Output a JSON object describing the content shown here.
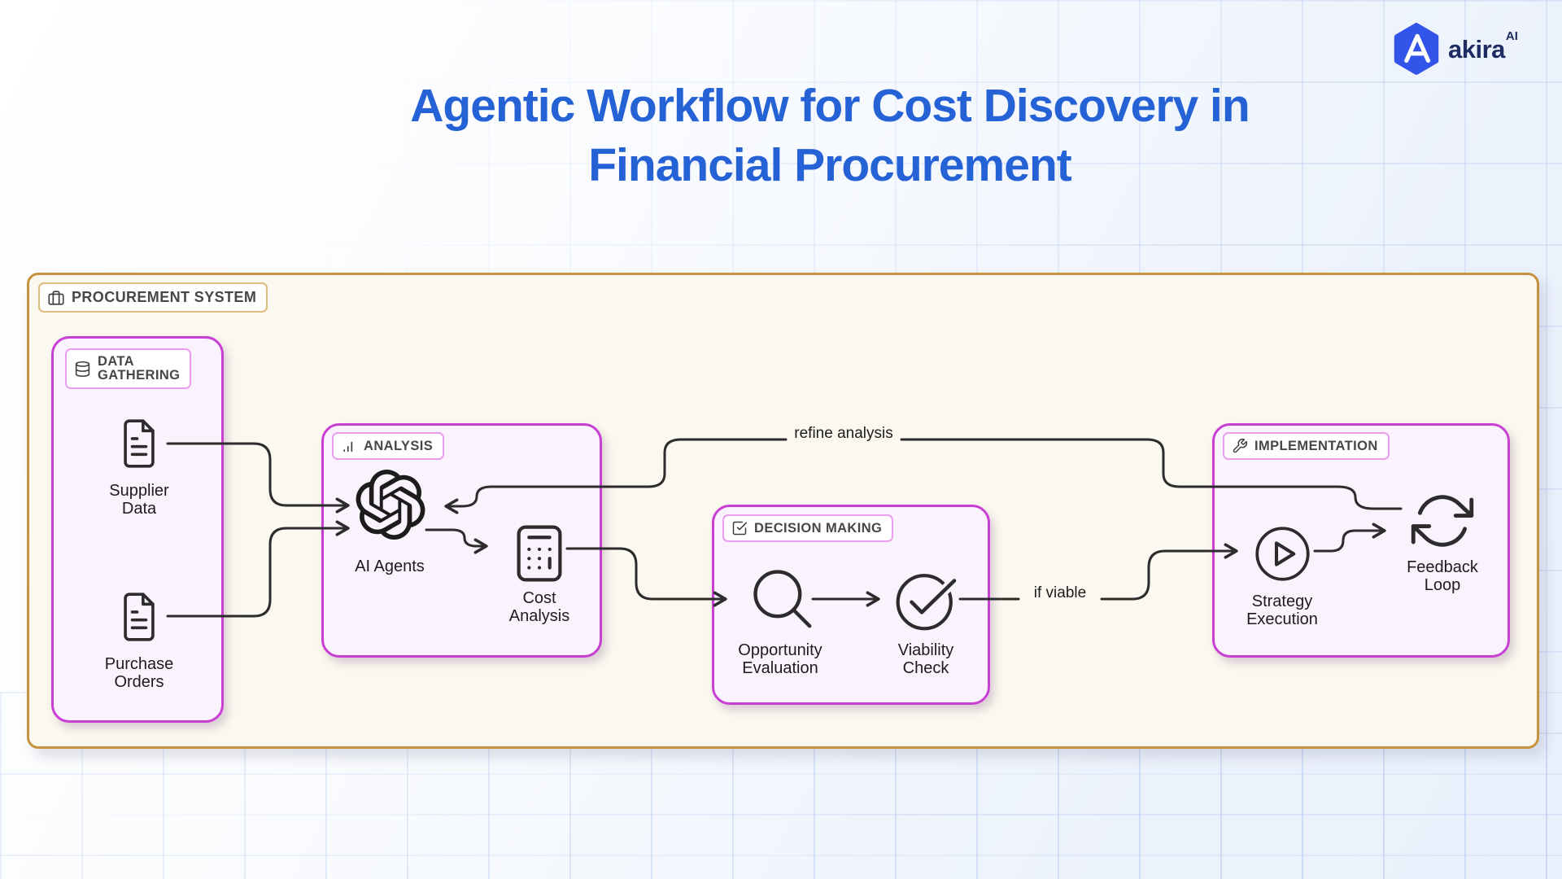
{
  "brand": {
    "name": "akira",
    "suffix": "AI"
  },
  "title": {
    "line1": "Agentic Workflow for Cost Discovery in",
    "line2": "Financial Procurement"
  },
  "diagram": {
    "system_label": "PROCUREMENT SYSTEM",
    "groups": {
      "data_gathering": {
        "line1": "DATA",
        "line2": "GATHERING"
      },
      "analysis": {
        "label": "ANALYSIS"
      },
      "decision_making": {
        "label": "DECISION MAKING"
      },
      "implementation": {
        "label": "IMPLEMENTATION"
      }
    },
    "nodes": {
      "supplier_data": {
        "line1": "Supplier",
        "line2": "Data"
      },
      "purchase_orders": {
        "line1": "Purchase",
        "line2": "Orders"
      },
      "ai_agents": {
        "label": "AI Agents"
      },
      "cost_analysis": {
        "line1": "Cost",
        "line2": "Analysis"
      },
      "opportunity_evaluation": {
        "line1": "Opportunity",
        "line2": "Evaluation"
      },
      "viability_check": {
        "line1": "Viability",
        "line2": "Check"
      },
      "strategy_execution": {
        "line1": "Strategy",
        "line2": "Execution"
      },
      "feedback_loop": {
        "line1": "Feedback",
        "line2": "Loop"
      }
    },
    "edge_labels": {
      "refine": "refine analysis",
      "if_viable": "if viable"
    }
  },
  "colors": {
    "title_blue": "#2562d6",
    "brand_navy": "#1f2c63",
    "brand_hex_blue": "#3354e8",
    "system_border_gold": "#c6923d",
    "system_fill_cream": "#fbf8ef",
    "group_border_magenta": "#c93fd4",
    "group_fill_lavender": "#faf2fc",
    "badge_border_pink": "#ea9df0",
    "badge_border_gold": "#dfbc7e",
    "line_ink": "#2c2c2c"
  }
}
